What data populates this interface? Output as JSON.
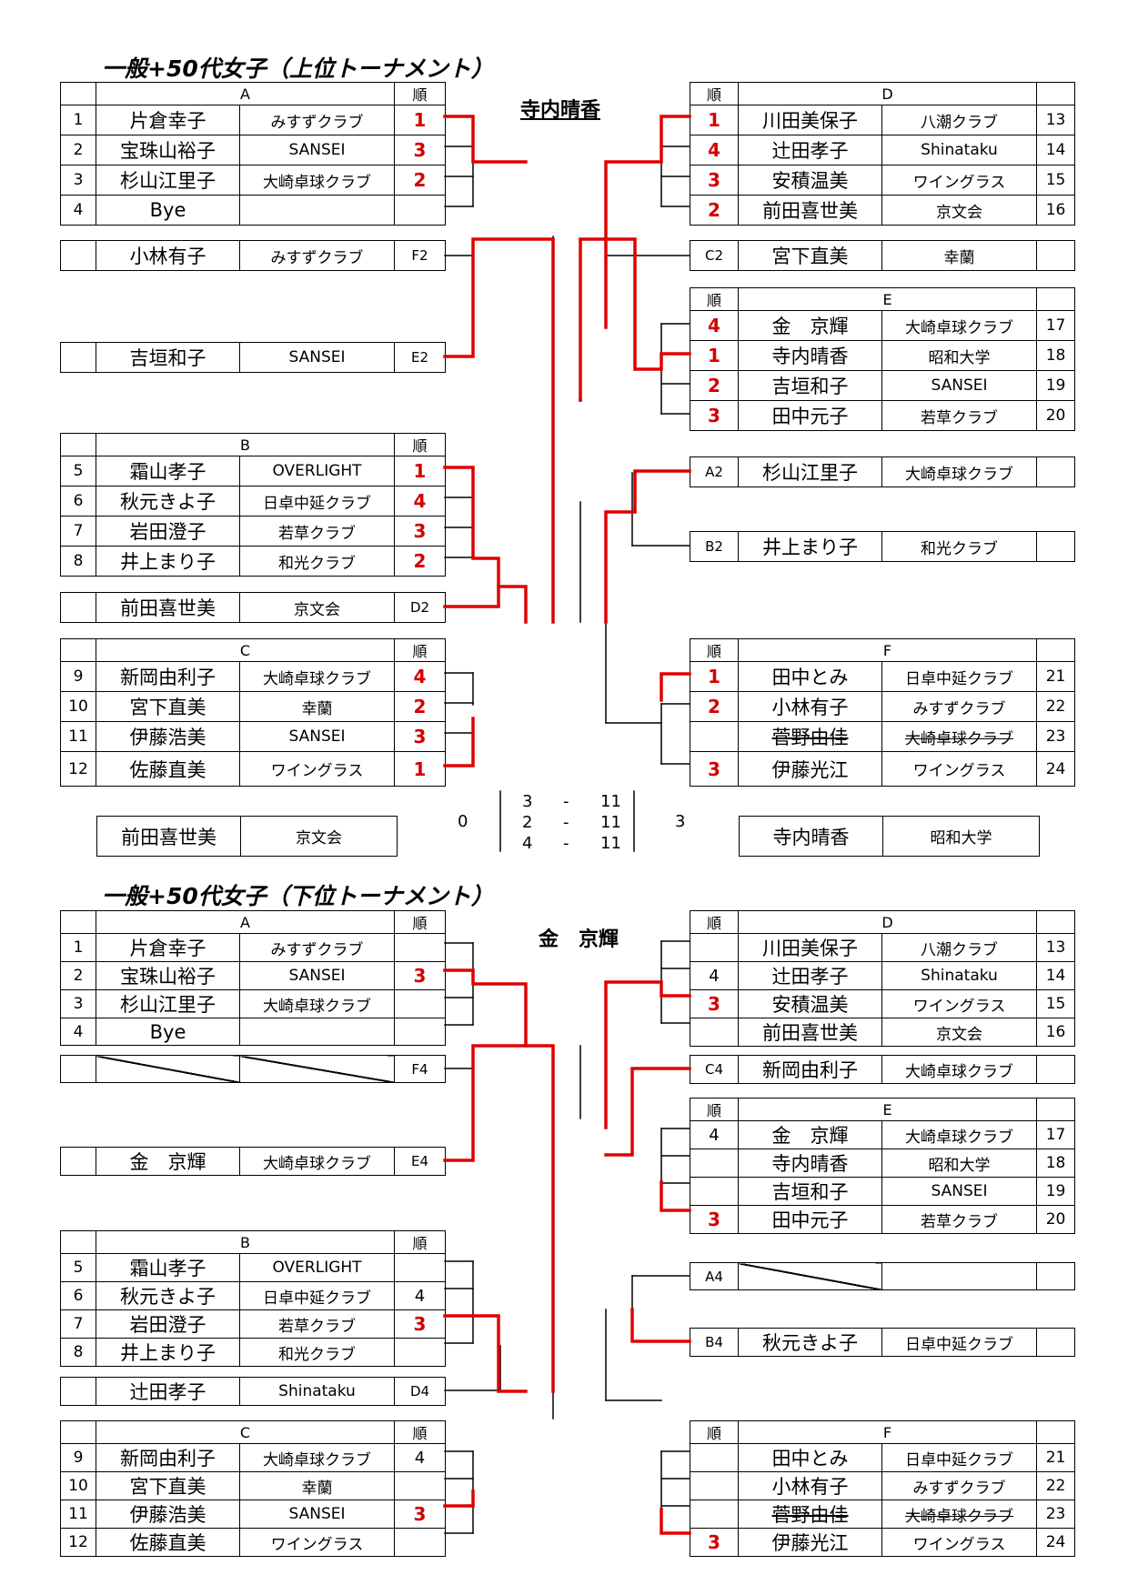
{
  "upper": {
    "title": "一般+50代女子（上位トーナメント）",
    "champion": "寺内晴香",
    "groupA": {
      "label": "A",
      "rank_header": "順",
      "rows": [
        {
          "no": "1",
          "name": "片倉幸子",
          "club": "みすずクラブ",
          "rank": "1"
        },
        {
          "no": "2",
          "name": "宝珠山裕子",
          "club": "SANSEI",
          "rank": "3"
        },
        {
          "no": "3",
          "name": "杉山江里子",
          "club": "大崎卓球クラブ",
          "rank": "2"
        },
        {
          "no": "4",
          "name": "Bye",
          "club": "",
          "rank": ""
        }
      ]
    },
    "f2": {
      "name": "小林有子",
      "club": "みすずクラブ",
      "slot": "F2"
    },
    "e2": {
      "name": "吉垣和子",
      "club": "SANSEI",
      "slot": "E2"
    },
    "groupB": {
      "label": "B",
      "rank_header": "順",
      "rows": [
        {
          "no": "5",
          "name": "霜山孝子",
          "club": "OVERLIGHT",
          "rank": "1"
        },
        {
          "no": "6",
          "name": "秋元きよ子",
          "club": "日卓中延クラブ",
          "rank": "4"
        },
        {
          "no": "7",
          "name": "岩田澄子",
          "club": "若草クラブ",
          "rank": "3"
        },
        {
          "no": "8",
          "name": "井上まり子",
          "club": "和光クラブ",
          "rank": "2"
        }
      ]
    },
    "d2": {
      "name": "前田喜世美",
      "club": "京文会",
      "slot": "D2"
    },
    "groupC": {
      "label": "C",
      "rank_header": "順",
      "rows": [
        {
          "no": "9",
          "name": "新岡由利子",
          "club": "大崎卓球クラブ",
          "rank": "4"
        },
        {
          "no": "10",
          "name": "宮下直美",
          "club": "幸蘭",
          "rank": "2"
        },
        {
          "no": "11",
          "name": "伊藤浩美",
          "club": "SANSEI",
          "rank": "3"
        },
        {
          "no": "12",
          "name": "佐藤直美",
          "club": "ワイングラス",
          "rank": "1"
        }
      ]
    },
    "groupD": {
      "label": "D",
      "rank_header": "順",
      "rows": [
        {
          "no": "13",
          "name": "川田美保子",
          "club": "八潮クラブ",
          "rank": "1"
        },
        {
          "no": "14",
          "name": "辻田孝子",
          "club": "Shinataku",
          "rank": "4"
        },
        {
          "no": "15",
          "name": "安積温美",
          "club": "ワイングラス",
          "rank": "3"
        },
        {
          "no": "16",
          "name": "前田喜世美",
          "club": "京文会",
          "rank": "2"
        }
      ]
    },
    "c2": {
      "name": "宮下直美",
      "club": "幸蘭",
      "slot": "C2"
    },
    "groupE": {
      "label": "E",
      "rank_header": "順",
      "rows": [
        {
          "no": "17",
          "name": "金　京輝",
          "club": "大崎卓球クラブ",
          "rank": "4"
        },
        {
          "no": "18",
          "name": "寺内晴香",
          "club": "昭和大学",
          "rank": "1"
        },
        {
          "no": "19",
          "name": "吉垣和子",
          "club": "SANSEI",
          "rank": "2"
        },
        {
          "no": "20",
          "name": "田中元子",
          "club": "若草クラブ",
          "rank": "3"
        }
      ]
    },
    "a2": {
      "name": "杉山江里子",
      "club": "大崎卓球クラブ",
      "slot": "A2"
    },
    "b2": {
      "name": "井上まり子",
      "club": "和光クラブ",
      "slot": "B2"
    },
    "groupF": {
      "label": "F",
      "rank_header": "順",
      "rows": [
        {
          "no": "21",
          "name": "田中とみ",
          "club": "日卓中延クラブ",
          "rank": "1"
        },
        {
          "no": "22",
          "name": "小林有子",
          "club": "みすずクラブ",
          "rank": "2"
        },
        {
          "no": "23",
          "name": "菅野由佳",
          "club": "大崎卓球クラブ",
          "rank": ""
        },
        {
          "no": "24",
          "name": "伊藤光江",
          "club": "ワイングラス",
          "rank": "3"
        }
      ]
    },
    "final": {
      "left": {
        "name": "前田喜世美",
        "club": "京文会"
      },
      "right": {
        "name": "寺内晴香",
        "club": "昭和大学"
      },
      "left_games": "0",
      "right_games": "3",
      "sets": [
        {
          "a": "3",
          "dash": "-",
          "b": "11"
        },
        {
          "a": "2",
          "dash": "-",
          "b": "11"
        },
        {
          "a": "4",
          "dash": "-",
          "b": "11"
        }
      ]
    }
  },
  "lower": {
    "title": "一般+50代女子（下位トーナメント）",
    "champion": "金　京輝",
    "groupA": {
      "label": "A",
      "rank_header": "順",
      "rows": [
        {
          "no": "1",
          "name": "片倉幸子",
          "club": "みすずクラブ",
          "rank": ""
        },
        {
          "no": "2",
          "name": "宝珠山裕子",
          "club": "SANSEI",
          "rank": "3"
        },
        {
          "no": "3",
          "name": "杉山江里子",
          "club": "大崎卓球クラブ",
          "rank": ""
        },
        {
          "no": "4",
          "name": "Bye",
          "club": "",
          "rank": ""
        }
      ]
    },
    "f4": {
      "slot": "F4"
    },
    "e4": {
      "name": "金　京輝",
      "club": "大崎卓球クラブ",
      "slot": "E4"
    },
    "groupB": {
      "label": "B",
      "rank_header": "順",
      "rows": [
        {
          "no": "5",
          "name": "霜山孝子",
          "club": "OVERLIGHT",
          "rank": ""
        },
        {
          "no": "6",
          "name": "秋元きよ子",
          "club": "日卓中延クラブ",
          "rank": "4"
        },
        {
          "no": "7",
          "name": "岩田澄子",
          "club": "若草クラブ",
          "rank": "3"
        },
        {
          "no": "8",
          "name": "井上まり子",
          "club": "和光クラブ",
          "rank": ""
        }
      ]
    },
    "d4": {
      "name": "辻田孝子",
      "club": "Shinataku",
      "slot": "D4"
    },
    "groupC": {
      "label": "C",
      "rank_header": "順",
      "rows": [
        {
          "no": "9",
          "name": "新岡由利子",
          "club": "大崎卓球クラブ",
          "rank": "4"
        },
        {
          "no": "10",
          "name": "宮下直美",
          "club": "幸蘭",
          "rank": ""
        },
        {
          "no": "11",
          "name": "伊藤浩美",
          "club": "SANSEI",
          "rank": "3"
        },
        {
          "no": "12",
          "name": "佐藤直美",
          "club": "ワイングラス",
          "rank": ""
        }
      ]
    },
    "groupD": {
      "label": "D",
      "rank_header": "順",
      "rows": [
        {
          "no": "13",
          "name": "川田美保子",
          "club": "八潮クラブ",
          "rank": ""
        },
        {
          "no": "14",
          "name": "辻田孝子",
          "club": "Shinataku",
          "rank": "4"
        },
        {
          "no": "15",
          "name": "安積温美",
          "club": "ワイングラス",
          "rank": "3"
        },
        {
          "no": "16",
          "name": "前田喜世美",
          "club": "京文会",
          "rank": ""
        }
      ]
    },
    "c4": {
      "name": "新岡由利子",
      "club": "大崎卓球クラブ",
      "slot": "C4"
    },
    "groupE": {
      "label": "E",
      "rank_header": "順",
      "rows": [
        {
          "no": "17",
          "name": "金　京輝",
          "club": "大崎卓球クラブ",
          "rank": "4"
        },
        {
          "no": "18",
          "name": "寺内晴香",
          "club": "昭和大学",
          "rank": ""
        },
        {
          "no": "19",
          "name": "吉垣和子",
          "club": "SANSEI",
          "rank": ""
        },
        {
          "no": "20",
          "name": "田中元子",
          "club": "若草クラブ",
          "rank": "3"
        }
      ]
    },
    "a4": {
      "slot": "A4"
    },
    "b4": {
      "name": "秋元きよ子",
      "club": "日卓中延クラブ",
      "slot": "B4"
    },
    "groupF": {
      "label": "F",
      "rank_header": "順",
      "rows": [
        {
          "no": "21",
          "name": "田中とみ",
          "club": "日卓中延クラブ",
          "rank": ""
        },
        {
          "no": "22",
          "name": "小林有子",
          "club": "みすずクラブ",
          "rank": ""
        },
        {
          "no": "23",
          "name": "菅野由佳",
          "club": "大崎卓球クラブ",
          "rank": ""
        },
        {
          "no": "24",
          "name": "伊藤光江",
          "club": "ワイングラス",
          "rank": "3"
        }
      ]
    }
  }
}
